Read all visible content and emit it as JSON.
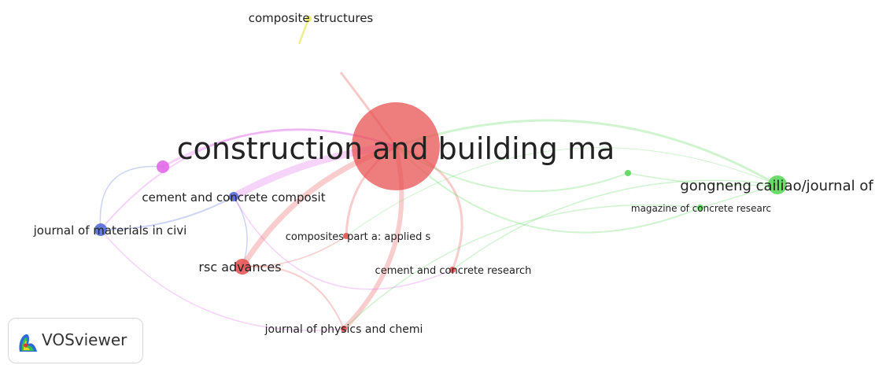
{
  "network": {
    "nodes": [
      {
        "id": "cbm",
        "label": "construction and building ma",
        "cluster": "red",
        "weight": 100
      },
      {
        "id": "ccc",
        "label": "cement and concrete composit",
        "cluster": "blue",
        "weight": 18
      },
      {
        "id": "jmcivil",
        "label": "journal of materials in civi",
        "cluster": "blue",
        "weight": 14
      },
      {
        "id": "rsc",
        "label": "rsc advances",
        "cluster": "red",
        "weight": 16
      },
      {
        "id": "compa",
        "label": "composites part a: applied s",
        "cluster": "red",
        "weight": 8
      },
      {
        "id": "ccr",
        "label": "cement and concrete research",
        "cluster": "red",
        "weight": 8
      },
      {
        "id": "jphys",
        "label": "journal of physics and chemi",
        "cluster": "red",
        "weight": 8
      },
      {
        "id": "gongneng",
        "label": "gongneng cailiao/journal of",
        "cluster": "green",
        "weight": 22
      },
      {
        "id": "magcon",
        "label": "magazine of concrete researc",
        "cluster": "green",
        "weight": 6
      },
      {
        "id": "greensmall",
        "label": "",
        "cluster": "green",
        "weight": 6
      },
      {
        "id": "compstruct",
        "label": "composite structures",
        "cluster": "yellow",
        "weight": 6
      },
      {
        "id": "purple",
        "label": "",
        "cluster": "purple",
        "weight": 14
      }
    ],
    "cluster_colors": {
      "red": "#e84c4c",
      "blue": "#4a64d8",
      "green": "#52d652",
      "yellow": "#e8e860",
      "purple": "#e060e8"
    }
  },
  "badge": {
    "label": "VOSviewer",
    "icon": "vosviewer-logo-icon"
  }
}
